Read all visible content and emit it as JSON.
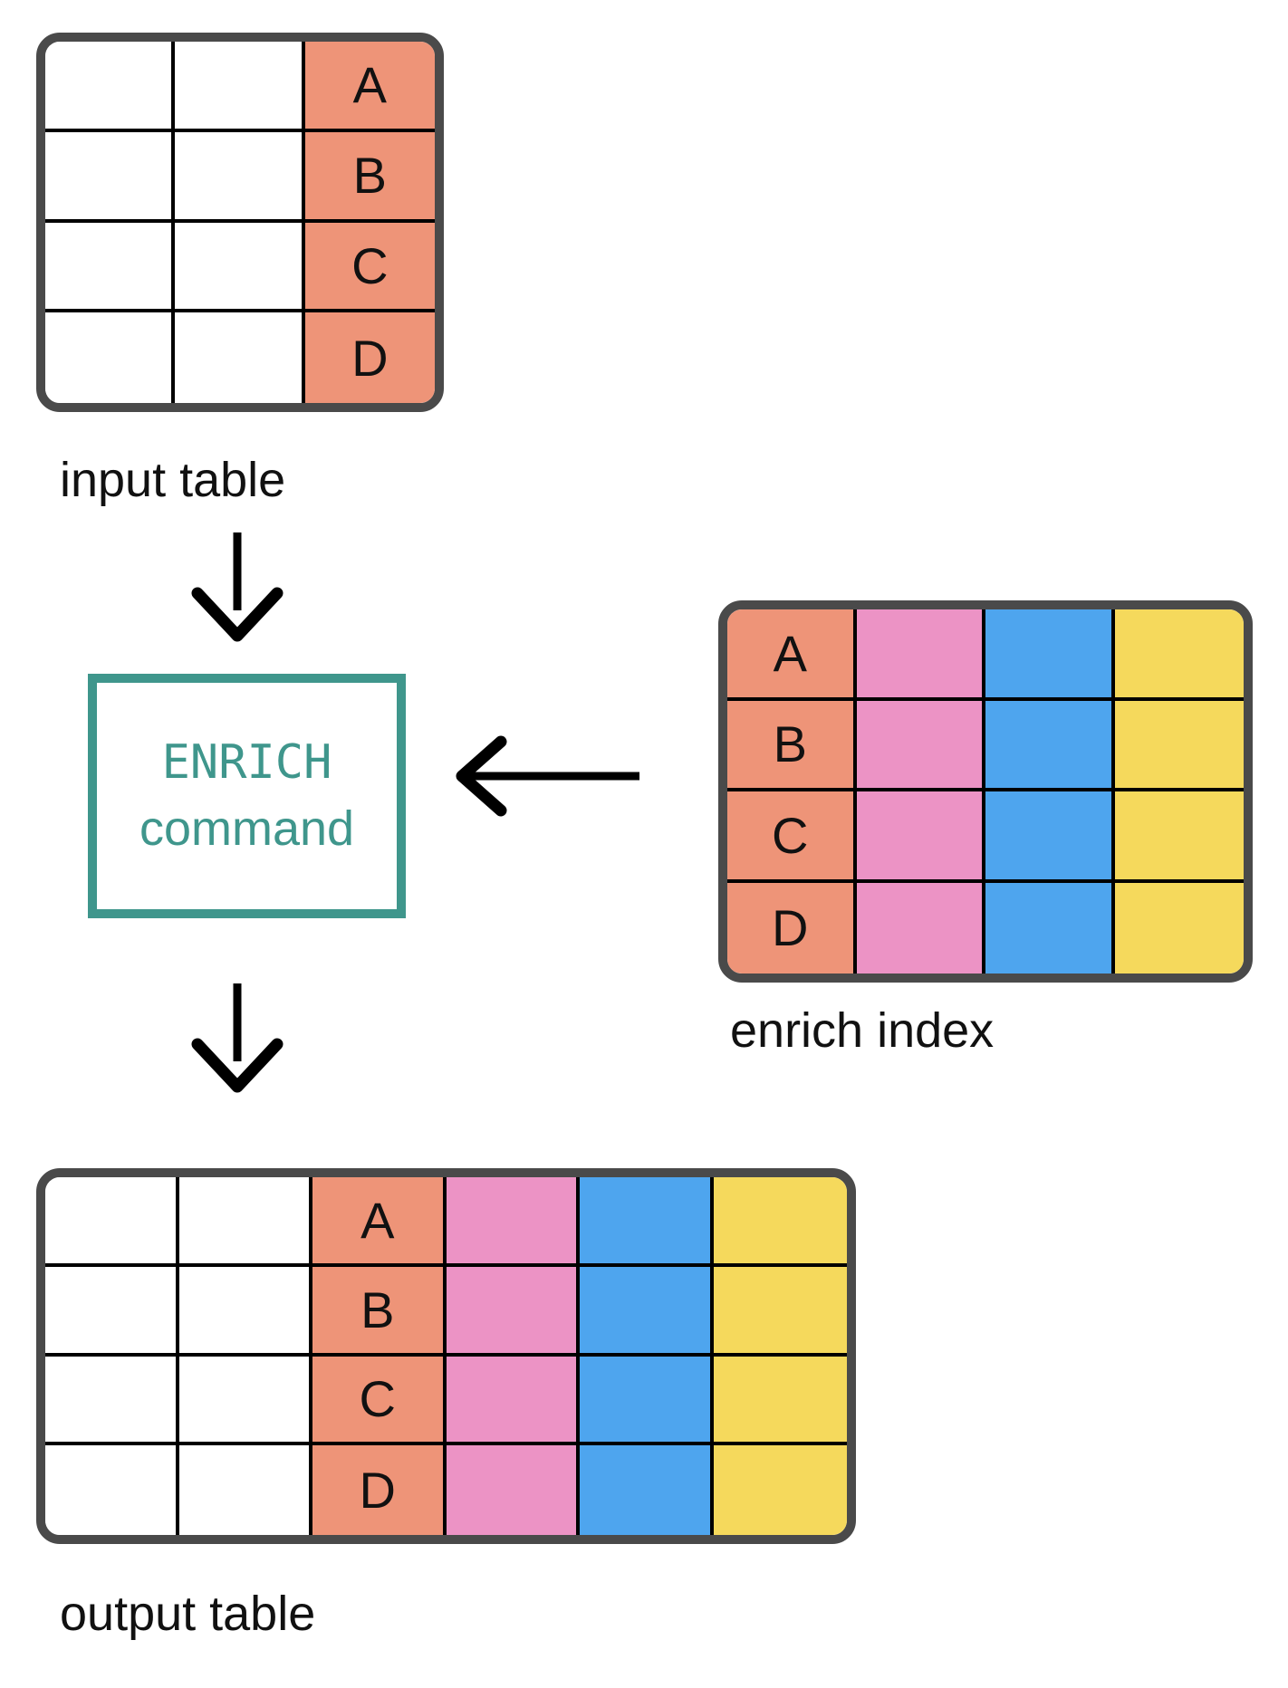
{
  "colors": {
    "white": "#ffffff",
    "salmon": "#ee9478",
    "pink": "#ec93c5",
    "blue": "#4ea5ee",
    "yellow": "#f5d95c",
    "teal": "#3f968c",
    "frame": "#4a4a4a",
    "grid_line": "#000000",
    "arrow": "#000000",
    "text": "#111111"
  },
  "tables": {
    "input": {
      "label": "input table",
      "column_colors": [
        "white",
        "white",
        "salmon"
      ],
      "key_column": 2,
      "row_keys": [
        "A",
        "B",
        "C",
        "D"
      ]
    },
    "enrich": {
      "label": "enrich index",
      "column_colors": [
        "salmon",
        "pink",
        "blue",
        "yellow"
      ],
      "key_column": 0,
      "row_keys": [
        "A",
        "B",
        "C",
        "D"
      ]
    },
    "output": {
      "label": "output table",
      "column_colors": [
        "white",
        "white",
        "salmon",
        "pink",
        "blue",
        "yellow"
      ],
      "key_column": 2,
      "row_keys": [
        "A",
        "B",
        "C",
        "D"
      ]
    }
  },
  "enrich_box": {
    "title": "ENRICH",
    "subtitle": "command"
  }
}
